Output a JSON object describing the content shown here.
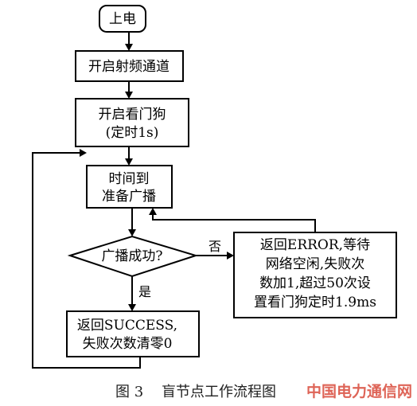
{
  "nodes": {
    "start": "上电",
    "open_rf": "开启射频通道",
    "watchdog": [
      "开启看门狗",
      "(定时1s)"
    ],
    "time_prepare": [
      "时间到",
      "准备广播"
    ],
    "decision": "广播成功?",
    "success": [
      "返回SUCCESS,",
      "失败次数清零0"
    ],
    "error": [
      "返回ERROR,等待",
      "网络空闲,失败次",
      "数加1,超过50次设",
      "置看门狗定时1.9ms"
    ]
  },
  "edge_labels": {
    "yes": "是",
    "no": "否"
  },
  "caption": "图 3    盲节点工作流程图",
  "watermark": "中国电力通信网"
}
